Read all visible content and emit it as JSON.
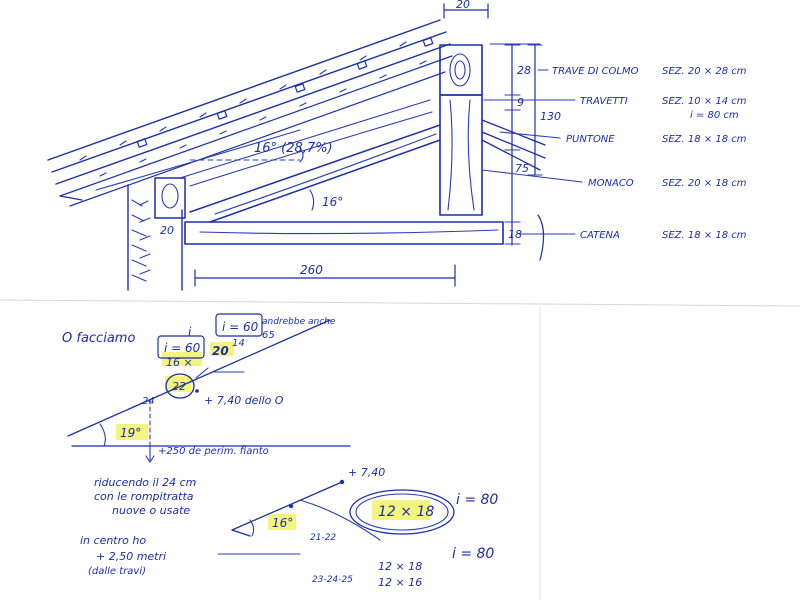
{
  "top_sketch": {
    "width_label": "20",
    "dim_28": "28",
    "dim_9": "9",
    "dim_130": "130",
    "dim_75": "75",
    "dim_18": "18",
    "dim_20_wall": "20",
    "span_label": "260",
    "slope_label": "16° (28,7%)",
    "angle_label": "16°",
    "legend": [
      {
        "name": "TRAVE DI COLMO",
        "spec": "SEZ. 20 × 28 cm"
      },
      {
        "name": "TRAVETTI",
        "spec": "SEZ. 10 × 14 cm"
      },
      {
        "name": "",
        "spec": "i = 80 cm"
      },
      {
        "name": "PUNTONE",
        "spec": "SEZ. 18 × 18 cm"
      },
      {
        "name": "MONACO",
        "spec": "SEZ. 20 × 18 cm"
      },
      {
        "name": "CATENA",
        "spec": "SEZ. 18 × 18 cm"
      }
    ]
  },
  "bottom_sketch": {
    "o_facciamo": "O facciamo",
    "i_eq_60_a": "i = 60",
    "i_eq_60_b": "i = 60",
    "i_mark": "i",
    "note_14": "14",
    "note_65": "65",
    "note_ancora": "andrebbe anche",
    "note_16x": "16 ×",
    "note_20": "20",
    "note_22": "22",
    "note_24": "24",
    "note_740_dello": "+ 7,40 dello O",
    "angle_19": "19°",
    "note_250": "+250 de perim. fianto",
    "note_riducendo_1": "riducendo il 24 cm",
    "note_riducendo_2": "con le rompitratta",
    "note_riducendo_3": "nuove o usate",
    "note_centro_1": "in centro ho",
    "note_centro_2": "+ 2,50 metri",
    "note_centro_3": "(dalle travi)",
    "note_740": "+ 7,40",
    "angle_16": "16°",
    "box_12x18": "12 × 18",
    "i_eq_80_a": "i = 80",
    "note_21_22": "21-22",
    "note_23_24_25": "23-24-25",
    "list_12x18": "12 × 18",
    "list_12x16": "12 × 16",
    "i_eq_80_b": "i = 80"
  }
}
